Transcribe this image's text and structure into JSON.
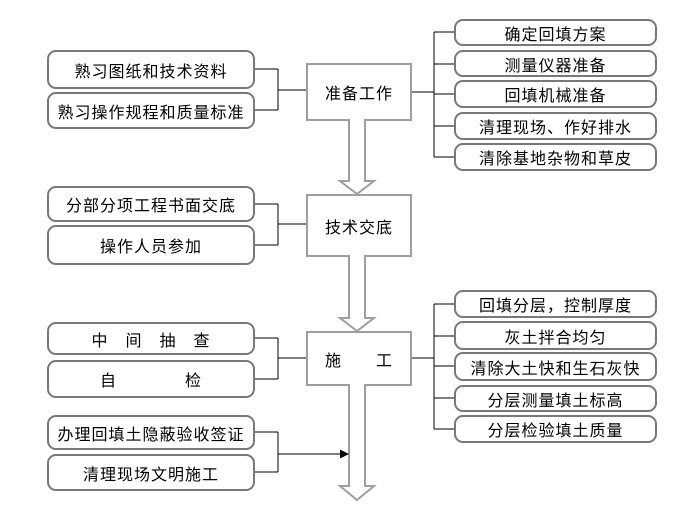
{
  "flowchart": {
    "main_steps": [
      "准备工作",
      "技术交底",
      "施　　工"
    ],
    "left_groups": [
      {
        "items": [
          "熟习图纸和技术资料",
          "熟习操作规程和质量标准"
        ]
      },
      {
        "items": [
          "分部分项工程书面交底",
          "操作人员参加"
        ]
      },
      {
        "items": [
          "中　间　抽　查",
          "自　　　　检"
        ]
      },
      {
        "items": [
          "办理回填土隐蔽验收签证",
          "清理现场文明施工"
        ]
      }
    ],
    "right_groups": [
      {
        "items": [
          "确定回填方案",
          "测量仪器准备",
          "回填机械准备",
          "清理现场、作好排水",
          "清除基地杂物和草皮"
        ]
      },
      {
        "items": [
          "回填分层，控制厚度",
          "灰土拌合均匀",
          "清除大土快和生石灰快",
          "分层测量填土标高",
          "分层检验填土质量"
        ]
      }
    ],
    "colors": {
      "rounded_box_border": "#787878",
      "main_box_border": "#9e9e9e",
      "arrow_outline": "#9e9e9e",
      "connector_line": "#000000",
      "background": "#ffffff",
      "text": "#000000"
    }
  }
}
